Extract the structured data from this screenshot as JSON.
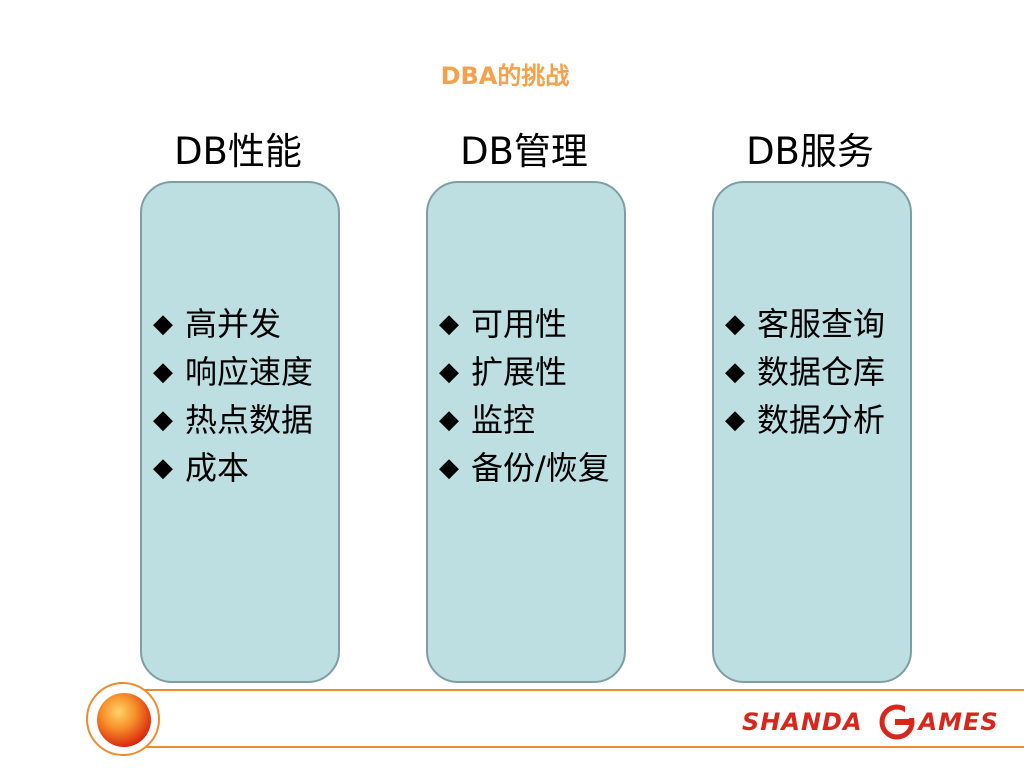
{
  "slide": {
    "title": "DBA的挑战"
  },
  "columns": [
    {
      "heading": "DB性能",
      "items": [
        "高并发",
        "响应速度",
        "热点数据",
        "成本"
      ]
    },
    {
      "heading": "DB管理",
      "items": [
        "可用性",
        "扩展性",
        "监控",
        "备份/恢复"
      ]
    },
    {
      "heading": "DB服务",
      "items": [
        "客服查询",
        "数据仓库",
        "数据分析"
      ]
    }
  ],
  "bullet_glyph": "◆",
  "footer": {
    "logo_part1": "SHANDA",
    "logo_part2": "AMES",
    "accent_color": "#F08A2E",
    "logo_color": "#D9261C"
  },
  "colors": {
    "title": "#F5A04A",
    "card_fill": "#BEDFE2",
    "card_border": "#7E9EA3"
  }
}
